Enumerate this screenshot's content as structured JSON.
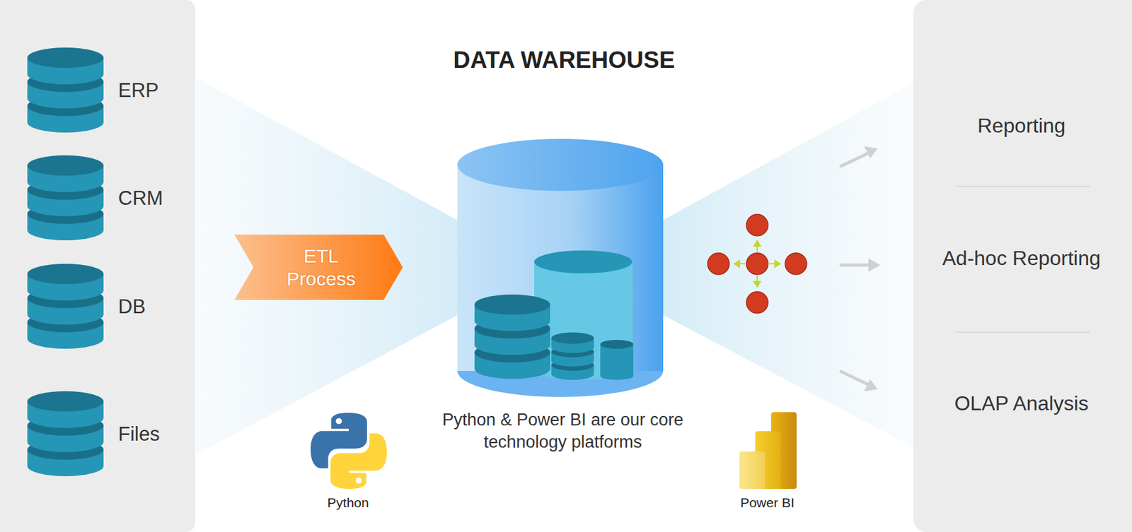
{
  "diagram": {
    "title": "DATA WAREHOUSE",
    "caption": "Python & Power BI are our core technology platforms",
    "nodes": [
      {
        "text": [
          "ERP"
        ]
      },
      {
        "text": [
          "CRM"
        ]
      },
      {
        "text": [
          "DB"
        ]
      },
      {
        "text": [
          "Files"
        ]
      },
      {
        "text": [
          "ETL Process"
        ]
      },
      {
        "text": [
          "Reporting"
        ]
      },
      {
        "text": [
          "Ad-hoc Reporting"
        ]
      },
      {
        "text": [
          "OLAP Analysis"
        ]
      }
    ],
    "labels": [
      "Python",
      "Power BI"
    ]
  }
}
